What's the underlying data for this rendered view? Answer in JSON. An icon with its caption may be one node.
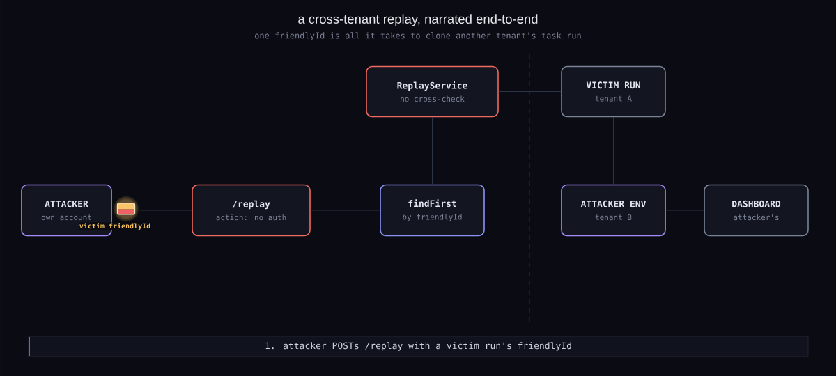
{
  "diagram": {
    "title": "a cross-tenant replay, narrated end-to-end",
    "nodes": [
      {
        "text": [
          "ATTACKER",
          "own account"
        ]
      },
      {
        "text": [
          "/replay",
          "action: no auth"
        ]
      },
      {
        "text": [
          "ReplayService",
          "no cross-check"
        ]
      },
      {
        "text": [
          "findFirst",
          "by friendlyId"
        ]
      },
      {
        "text": [
          "VICTIM RUN",
          "tenant A"
        ]
      },
      {
        "text": [
          "ATTACKER ENV",
          "tenant B"
        ]
      },
      {
        "text": [
          "DASHBOARD",
          "attacker's"
        ]
      },
      {
        "text": [
          "1. attacker POSTs /replay with a victim run's friendlyId"
        ]
      }
    ],
    "edges": [
      {
        "from": 0,
        "to": 1,
        "arrow": "none"
      },
      {
        "from": 1,
        "to": 3,
        "arrow": "none"
      },
      {
        "from": 3,
        "to": 2,
        "arrow": "none"
      },
      {
        "from": 2,
        "to": 4,
        "arrow": "none"
      },
      {
        "from": 4,
        "to": 5,
        "arrow": "none"
      },
      {
        "from": 5,
        "to": 6,
        "arrow": "none"
      }
    ],
    "labels": [
      "one friendlyId is all it takes to clone another tenant's task run",
      "victim friendlyId"
    ]
  }
}
